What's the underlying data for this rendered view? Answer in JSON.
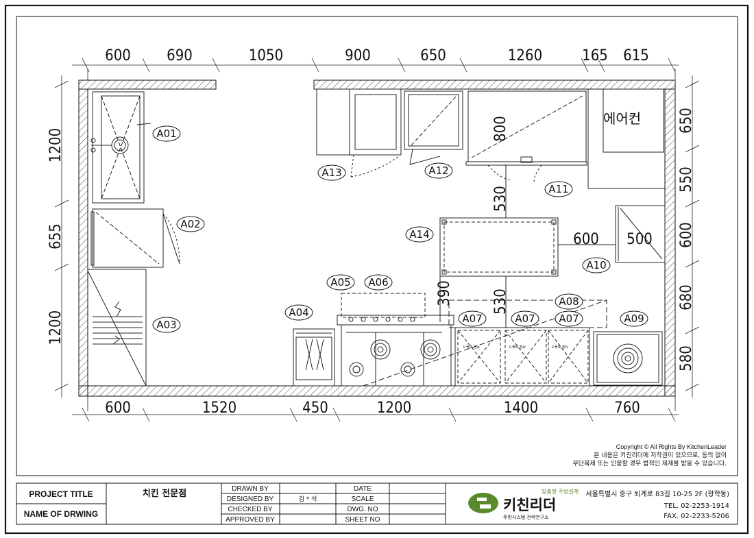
{
  "drawing": {
    "dims_top": [
      "600",
      "690",
      "1050",
      "900",
      "650",
      "1260",
      "165",
      "615"
    ],
    "dims_bottom": [
      "600",
      "1520",
      "450",
      "1200",
      "1400",
      "760"
    ],
    "dims_left": [
      "1200",
      "655",
      "1200"
    ],
    "dims_right": [
      "650",
      "550",
      "600",
      "680",
      "580"
    ],
    "dims_inner": {
      "d800": "800",
      "d530a": "530",
      "d530b": "530",
      "d390": "390",
      "d600": "600",
      "d500": "500"
    },
    "aircon_label": "에어컨",
    "sink_text": "자동 볶음기",
    "equipment_tags": [
      "A01",
      "A02",
      "A03",
      "A04",
      "A05",
      "A06",
      "A07",
      "A07",
      "A07",
      "A08",
      "A09",
      "A10",
      "A11",
      "A12",
      "A13",
      "A14"
    ]
  },
  "copyright": {
    "line1": "Copyright © All Rights By KitchenLeader",
    "line2": "본 내용은 키친리더에 저작권이 있으므로, 동의 없이",
    "line3": "무단복제 또는 인용할 경우 법적인 제재를 받을 수 있습니다."
  },
  "title_block": {
    "project_title_label": "PROJECT TITLE",
    "name_of_drawing_label": "NAME OF DRWING",
    "project_title_value": "치킨 전문점",
    "drawn_by": "DRAWN BY",
    "designed_by": "DESIGNED BY",
    "checked_by": "CHECKED BY",
    "approved_by": "APPROVED BY",
    "designer_name": "김 * 석",
    "date": "DATE",
    "scale": "SCALE",
    "dwg_no": "DWG. NO",
    "sheet_no": "SHEET NO",
    "logo_slogan": "맞춤형 주방설계",
    "logo_name": "키친리더",
    "logo_sub": "주방시스템 전략연구소",
    "address": "서울특별시 중구 퇴계로 83길 10-25 2F (황학동)",
    "tel": "TEL. 02-2253-1914",
    "fax": "FAX. 02-2233-5206"
  }
}
